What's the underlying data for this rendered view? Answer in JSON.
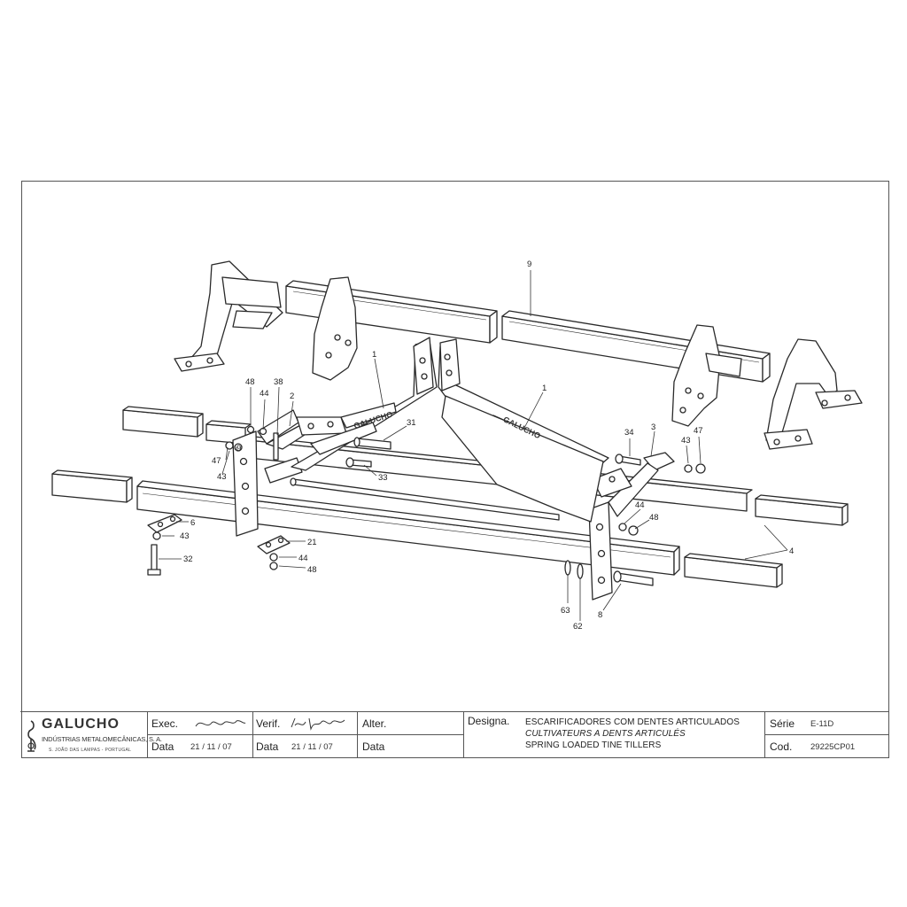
{
  "callouts": [
    {
      "id": "c9",
      "text": "9"
    },
    {
      "id": "c1a",
      "text": "1"
    },
    {
      "id": "c1b",
      "text": "1"
    },
    {
      "id": "c48a",
      "text": "48"
    },
    {
      "id": "c44a",
      "text": "44"
    },
    {
      "id": "c38",
      "text": "38"
    },
    {
      "id": "c2",
      "text": "2"
    },
    {
      "id": "c31",
      "text": "31"
    },
    {
      "id": "c47a",
      "text": "47"
    },
    {
      "id": "c9b",
      "text": "9"
    },
    {
      "id": "c43a",
      "text": "43"
    },
    {
      "id": "c33",
      "text": "33"
    },
    {
      "id": "c34",
      "text": "34"
    },
    {
      "id": "c3",
      "text": "3"
    },
    {
      "id": "c43b",
      "text": "43"
    },
    {
      "id": "c47b",
      "text": "47"
    },
    {
      "id": "c44b",
      "text": "44"
    },
    {
      "id": "c48b",
      "text": "48"
    },
    {
      "id": "c6",
      "text": "6"
    },
    {
      "id": "c43c",
      "text": "43"
    },
    {
      "id": "c32",
      "text": "32"
    },
    {
      "id": "c21",
      "text": "21"
    },
    {
      "id": "c44c",
      "text": "44"
    },
    {
      "id": "c48c",
      "text": "48"
    },
    {
      "id": "c4",
      "text": "4"
    },
    {
      "id": "c63",
      "text": "63"
    },
    {
      "id": "c62",
      "text": "62"
    },
    {
      "id": "c8",
      "text": "8"
    }
  ],
  "frame_labels": {
    "left": "GALUCHO",
    "right": "GALUCHO"
  },
  "title_block": {
    "logo": "GALUCHO",
    "company": "INDÚSTRIAS METALOMECÂNICAS, S. A.",
    "address": "S. JOÃO DAS LAMPAS - PORTUGAL",
    "exec_label": "Exec.",
    "verif_label": "Verif.",
    "alter_label": "Alter.",
    "data_label_1": "Data",
    "data_value_1": "21 / 11 / 07",
    "data_label_2": "Data",
    "data_value_2": "21 / 11 / 07",
    "data_label_3": "Data",
    "designa_label": "Designa.",
    "designation_pt": "ESCARIFICADORES COM DENTES ARTICULADOS",
    "designation_fr": "CULTIVATEURS A DENTS ARTICULÉS",
    "designation_en": "SPRING LOADED TINE TILLERS",
    "serie_label": "Série",
    "serie_value": "E-11D",
    "cod_label": "Cod.",
    "cod_value": "29225CP01"
  }
}
